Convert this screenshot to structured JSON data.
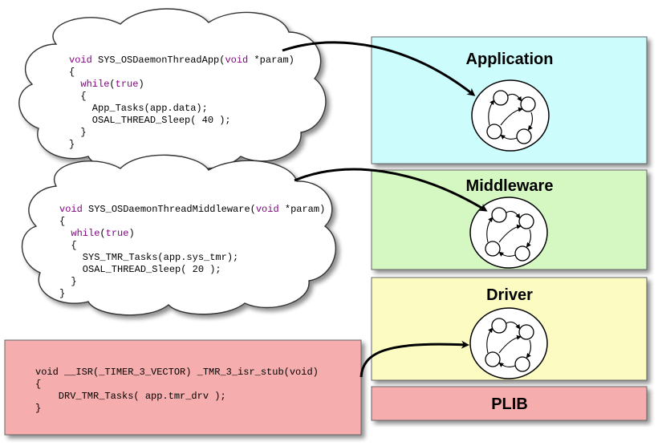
{
  "layers": {
    "application": {
      "label": "Application",
      "color": "#cdfcfd"
    },
    "middleware": {
      "label": "Middleware",
      "color": "#d5f7c1"
    },
    "driver": {
      "label": "Driver",
      "color": "#fbfbc2"
    },
    "plib": {
      "label": "PLIB",
      "color": "#f6adad"
    }
  },
  "code_blocks": {
    "app_thread": {
      "lines": [
        [
          {
            "t": "void",
            "kw": true
          },
          {
            "t": " SYS_OSDaemonThreadApp("
          },
          {
            "t": "void",
            "kw": true
          },
          {
            "t": " *param)"
          }
        ],
        [
          {
            "t": "{"
          }
        ],
        [
          {
            "t": "  "
          },
          {
            "t": "while",
            "kw": true
          },
          {
            "t": "("
          },
          {
            "t": "true",
            "kw": true
          },
          {
            "t": ")"
          }
        ],
        [
          {
            "t": "  {"
          }
        ],
        [
          {
            "t": "    App_Tasks(app.data);"
          }
        ],
        [
          {
            "t": "    OSAL_THREAD_Sleep( 40 );"
          }
        ],
        [
          {
            "t": "  }"
          }
        ],
        [
          {
            "t": "}"
          }
        ]
      ]
    },
    "middleware_thread": {
      "lines": [
        [
          {
            "t": "void",
            "kw": true
          },
          {
            "t": " SYS_OSDaemonThreadMiddleware("
          },
          {
            "t": "void",
            "kw": true
          },
          {
            "t": " *param)"
          }
        ],
        [
          {
            "t": "{"
          }
        ],
        [
          {
            "t": "  "
          },
          {
            "t": "while",
            "kw": true
          },
          {
            "t": "("
          },
          {
            "t": "true",
            "kw": true
          },
          {
            "t": ")"
          }
        ],
        [
          {
            "t": "  {"
          }
        ],
        [
          {
            "t": "    SYS_TMR_Tasks(app.sys_tmr);"
          }
        ],
        [
          {
            "t": "    OSAL_THREAD_Sleep( 20 );"
          }
        ],
        [
          {
            "t": "  }"
          }
        ],
        [
          {
            "t": "}"
          }
        ]
      ]
    },
    "isr": {
      "lines": [
        [
          {
            "t": "void __ISR(_TIMER_3_VECTOR) _TMR_3_isr_stub(void)"
          }
        ],
        [
          {
            "t": "{"
          }
        ],
        [
          {
            "t": "    DRV_TMR_Tasks( app.tmr_drv );"
          }
        ],
        [
          {
            "t": "}"
          }
        ]
      ],
      "color": "#f6adad"
    }
  },
  "colors": {
    "keyword": "#7f007f",
    "cloud_fill": "#ffffff",
    "arrow": "#000000"
  },
  "icons": [
    "state-machine-icon"
  ]
}
